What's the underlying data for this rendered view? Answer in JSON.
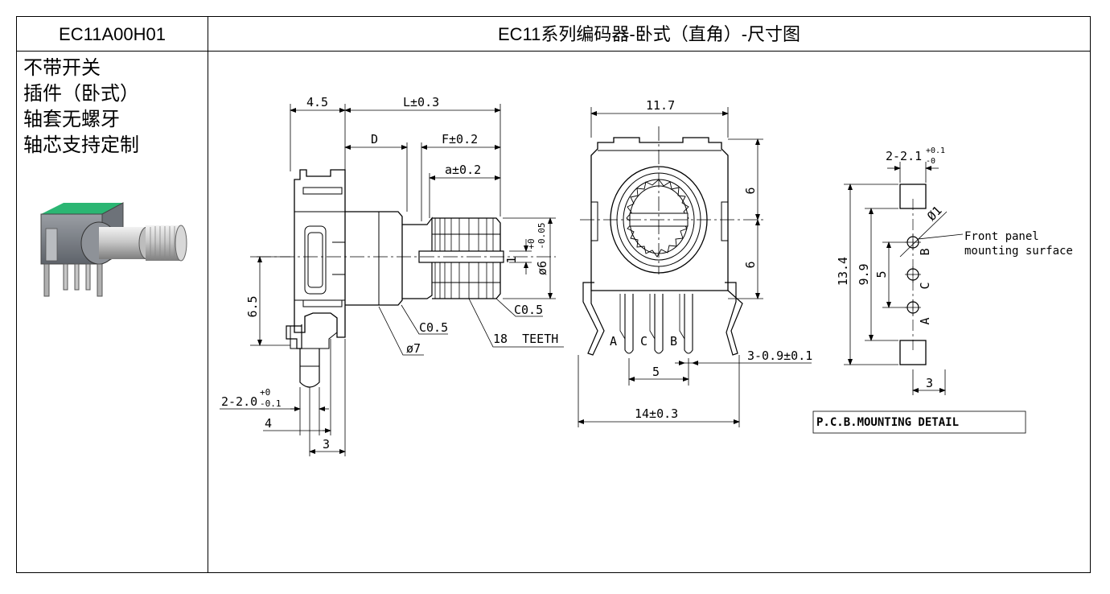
{
  "header": {
    "model": "EC11A00H01",
    "title": "EC11系列编码器-卧式（直角）-尺寸图"
  },
  "features": [
    "不带开关",
    "插件（卧式）",
    "轴套无螺牙",
    "轴芯支持定制"
  ],
  "side_view": {
    "dim_4_5": "4.5",
    "dim_L": "L±0.3",
    "dim_D": "D",
    "dim_F": "F±0.2",
    "dim_a": "a±0.2",
    "dim_1": "1",
    "dim_6_tol": "ø6",
    "tol_6_plus": "+0",
    "tol_6_minus": "-0.05",
    "dim_6_5": "6.5",
    "dim_C05_a": "C0.5",
    "dim_C05_b": "C0.5",
    "dim_phi7": "ø7",
    "dim_teeth": "18  TEETH",
    "dim_2_2_0": "2-2.0",
    "tol_2_plus": "+0",
    "tol_2_minus": "-0.1",
    "dim_4": "4",
    "dim_3": "3"
  },
  "front_view": {
    "dim_11_7": "11.7",
    "dim_6_top": "6",
    "dim_6_bottom": "6",
    "pin_a": "A",
    "pin_c": "C",
    "pin_b": "B",
    "dim_5": "5",
    "dim_3_0_9": "3-0.9±0.1",
    "dim_14": "14±0.3"
  },
  "pcb_view": {
    "dim_2_2_1": "2-2.1",
    "tol_plus": "+0.1",
    "tol_minus": "-0",
    "dim_phi1": "Ø1",
    "note_line1": "Front panel",
    "note_line2": "mounting surface",
    "dim_13_4": "13.4",
    "dim_9_9": "9.9",
    "dim_5": "5",
    "pin_b": "B",
    "pin_c": "C",
    "pin_a": "A",
    "dim_3": "3",
    "detail_label": "P.C.B.MOUNTING DETAIL"
  }
}
